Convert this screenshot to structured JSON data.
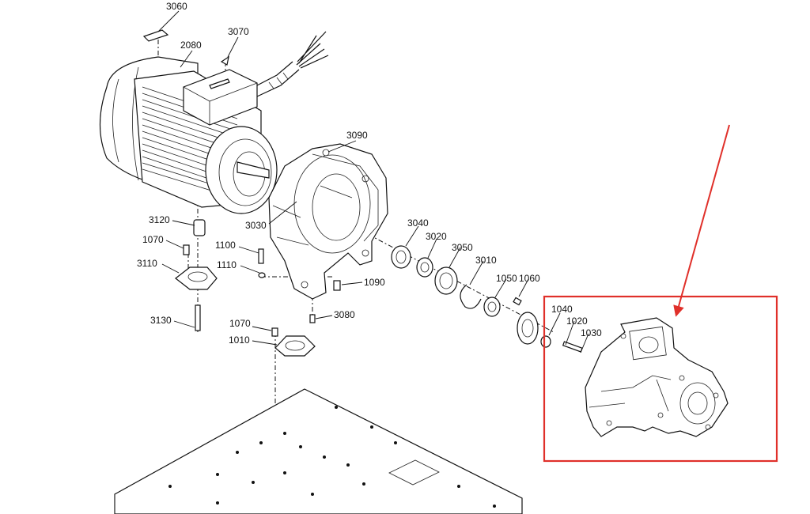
{
  "labels": {
    "p3060": "3060",
    "p2080": "2080",
    "p3070": "3070",
    "p3090": "3090",
    "p3120": "3120",
    "p1070a": "1070",
    "p3110": "3110",
    "p3130": "3130",
    "p1100": "1100",
    "p1110": "1110",
    "p3030": "3030",
    "p1090": "1090",
    "p3080": "3080",
    "p1070b": "1070",
    "p1010": "1010",
    "p3040": "3040",
    "p3020": "3020",
    "p3050": "3050",
    "p3010": "3010",
    "p1050": "1050",
    "p1060": "1060",
    "p1040": "1040",
    "p1020": "1020",
    "p1030": "1030"
  },
  "highlight_color": "#e0302a"
}
